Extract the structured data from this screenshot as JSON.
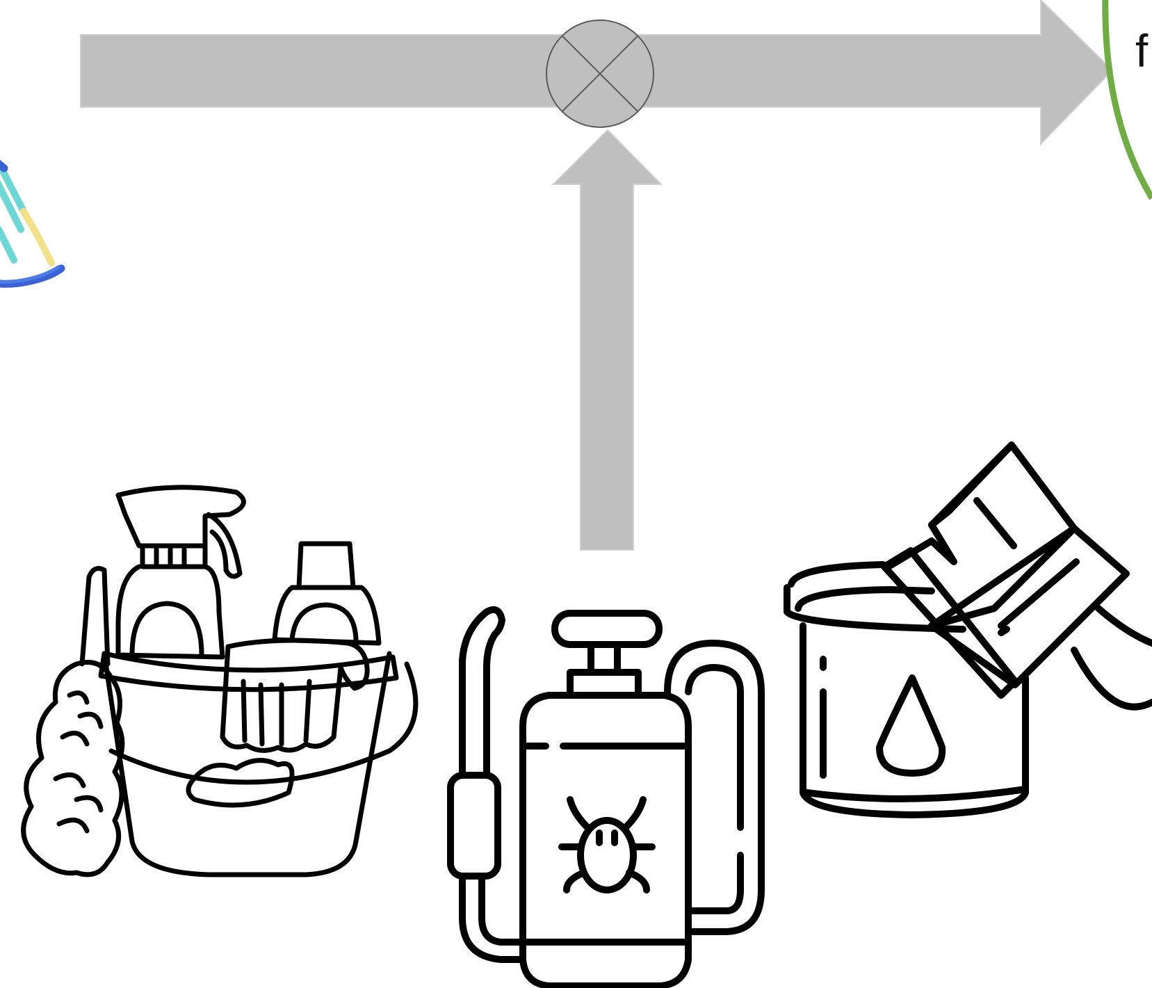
{
  "colors": {
    "arrow_fill": "#bfbfbf",
    "arrow_stroke": "#d0d0d0",
    "junction_stroke": "#5a5a5a",
    "outcome_circle_stroke": "#70ad47",
    "icon_stroke": "#000000",
    "dna_backbone": "#3a62d4",
    "dna_rung_cyan": "#6fd6d6",
    "dna_rung_yellow": "#f2e08a"
  },
  "nodes": {
    "genetics": {
      "icon": "dna-icon"
    },
    "junction": {
      "icon": "multiply-circle-icon"
    },
    "exposures": [
      {
        "icon": "cleaning-supplies-bucket-icon"
      },
      {
        "icon": "pesticide-sprayer-icon"
      },
      {
        "icon": "paint-can-brush-icon"
      }
    ],
    "outcome": {
      "icon": "outcome-circle",
      "text_fragment": "f"
    }
  },
  "edges": [
    {
      "from": "genetics",
      "to": "outcome",
      "via": "junction"
    },
    {
      "from": "exposures",
      "to": "junction"
    }
  ]
}
